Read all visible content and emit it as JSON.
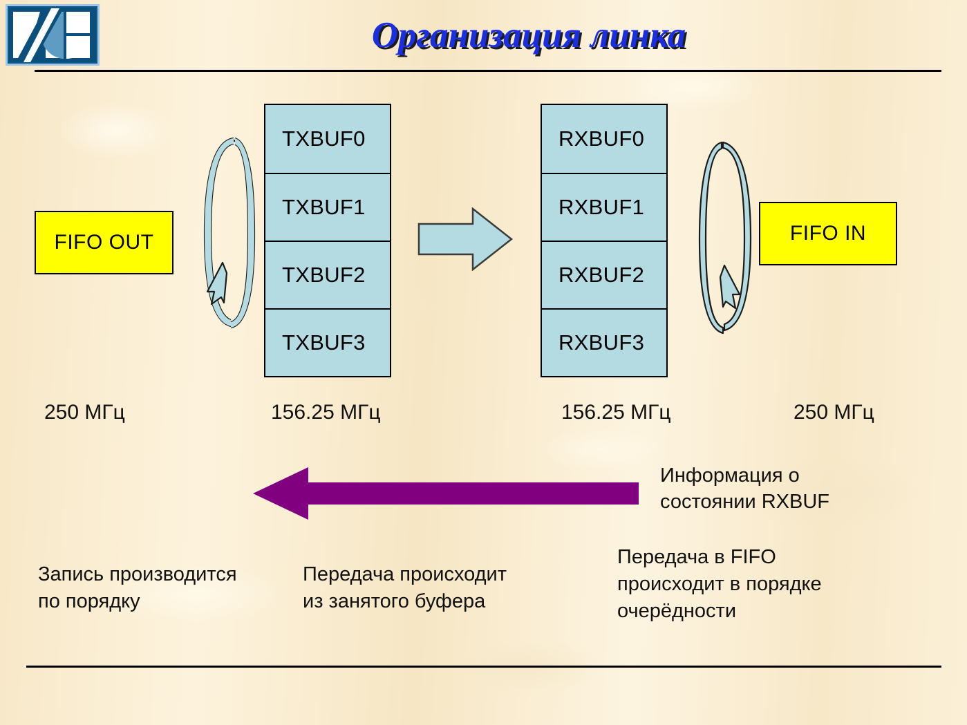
{
  "slide": {
    "title": "Организация линка",
    "logo_name": "institute-logo",
    "colors": {
      "background": "#faeccd",
      "title_text": "#1a2fe0",
      "title_shadow": "#1c1c1c",
      "buffer_fill": "#b5dbe2",
      "fifo_fill": "#ffff00",
      "status_arrow": "#800080",
      "rule": "#000000"
    }
  },
  "tx_buffers": {
    "label": "TX buffer column",
    "cells": [
      "TXBUF0",
      "TXBUF1",
      "TXBUF2",
      "TXBUF3"
    ]
  },
  "rx_buffers": {
    "label": "RX buffer column",
    "cells": [
      "RXBUF0",
      "RXBUF1",
      "RXBUF2",
      "RXBUF3"
    ]
  },
  "fifo": {
    "out_label": "FIFO OUT",
    "in_label": "FIFO IN"
  },
  "clocks": [
    {
      "value": "250 МГц"
    },
    {
      "value": "156.25 МГц"
    },
    {
      "value": "156.25 МГц"
    },
    {
      "value": "250 МГц"
    }
  ],
  "status_note": "Информация о состоянии RXBUF",
  "notes": [
    "Запись производится по порядку",
    "Передача происходит из занятого буфера",
    "Передача в FIFO происходит в порядке очерёдности"
  ]
}
